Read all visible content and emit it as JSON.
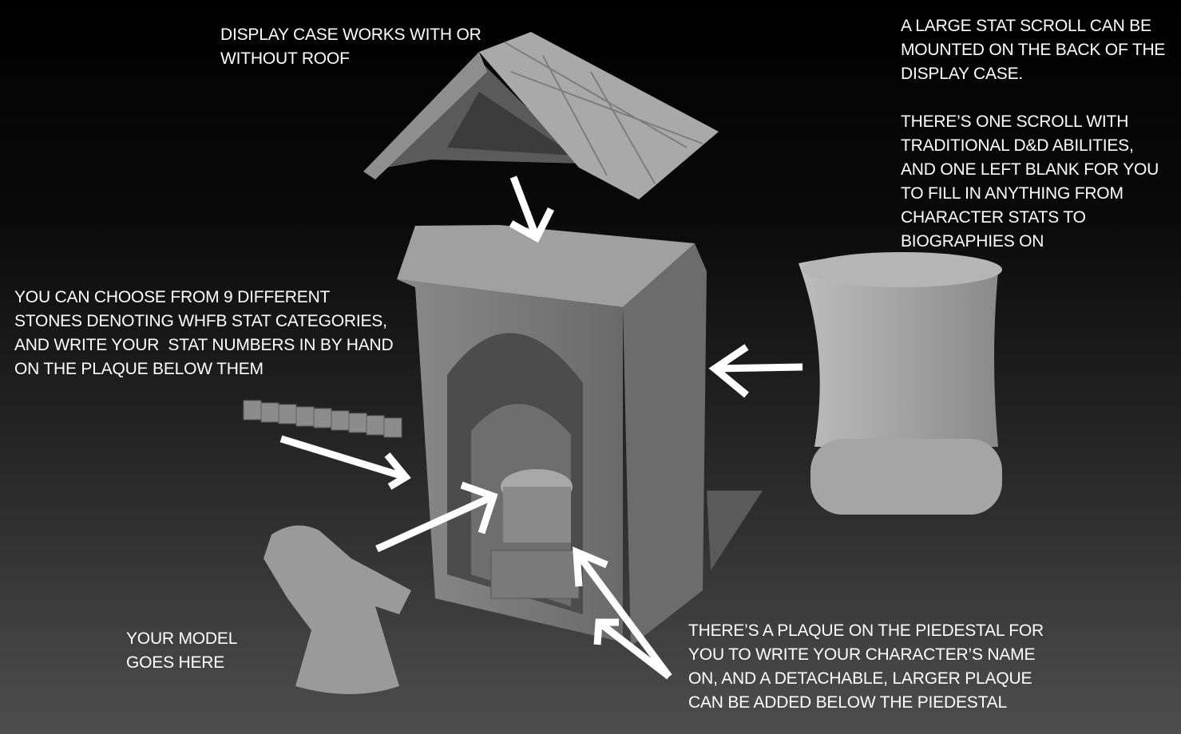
{
  "annotations": {
    "roof": [
      "DISPLAY CASE WORKS WITH OR",
      "WITHOUT ROOF"
    ],
    "scroll": [
      "A LARGE STAT SCROLL CAN BE",
      "MOUNTED ON THE BACK OF THE",
      "DISPLAY CASE.",
      "",
      "THERE’S ONE SCROLL WITH",
      "TRADITIONAL D&D ABILITIES,",
      "AND ONE LEFT BLANK FOR YOU",
      "TO FILL IN ANYTHING FROM",
      "CHARACTER STATS TO",
      "BIOGRAPHIES ON"
    ],
    "stones": [
      "YOU CAN CHOOSE FROM 9 DIFFERENT",
      "STONES DENOTING WHFB STAT CATEGORIES,",
      "AND WRITE YOUR  STAT NUMBERS IN BY HAND",
      "ON THE PLAQUE BELOW THEM"
    ],
    "model": [
      "YOUR MODEL",
      "GOES HERE"
    ],
    "plaque": [
      "THERE’S A PLAQUE ON THE PIEDESTAL FOR",
      "YOU TO WRITE YOUR CHARACTER’S NAME",
      "ON, AND A DETACHABLE, LARGER PLAQUE",
      "CAN BE ADDED BELOW THE PIEDESTAL"
    ]
  },
  "colors": {
    "text": "#ffffff",
    "model": "#9a9a9a",
    "arrow": "#ffffff"
  }
}
